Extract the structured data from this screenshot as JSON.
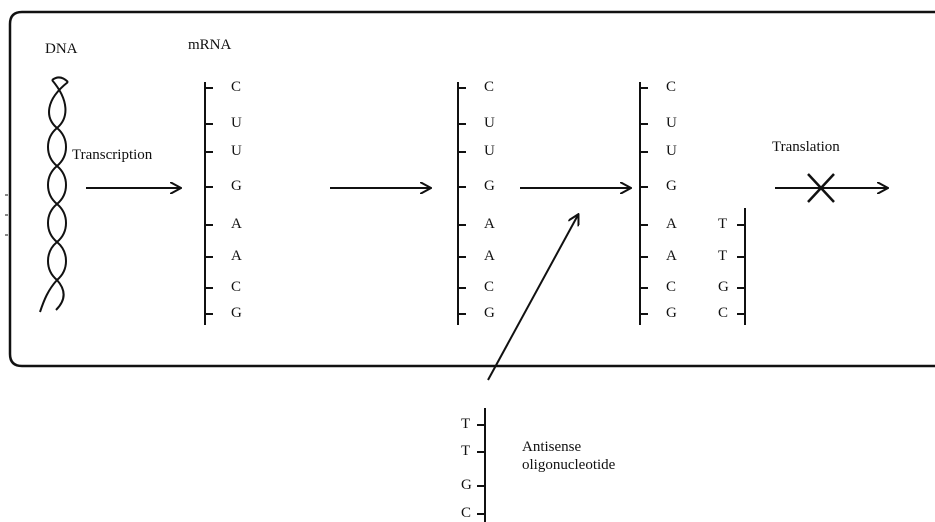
{
  "labels": {
    "dna": "DNA",
    "mrna": "mRNA",
    "transcription": "Transcription",
    "translation": "Translation",
    "antisense_line1": "Antisense",
    "antisense_line2": "oligonucleotide"
  },
  "mrna_bases": [
    "C",
    "U",
    "U",
    "G",
    "A",
    "A",
    "C",
    "G"
  ],
  "antisense_bases": [
    "T",
    "T",
    "G",
    "C"
  ],
  "colors": {
    "ink": "#111111",
    "background": "#ffffff"
  }
}
